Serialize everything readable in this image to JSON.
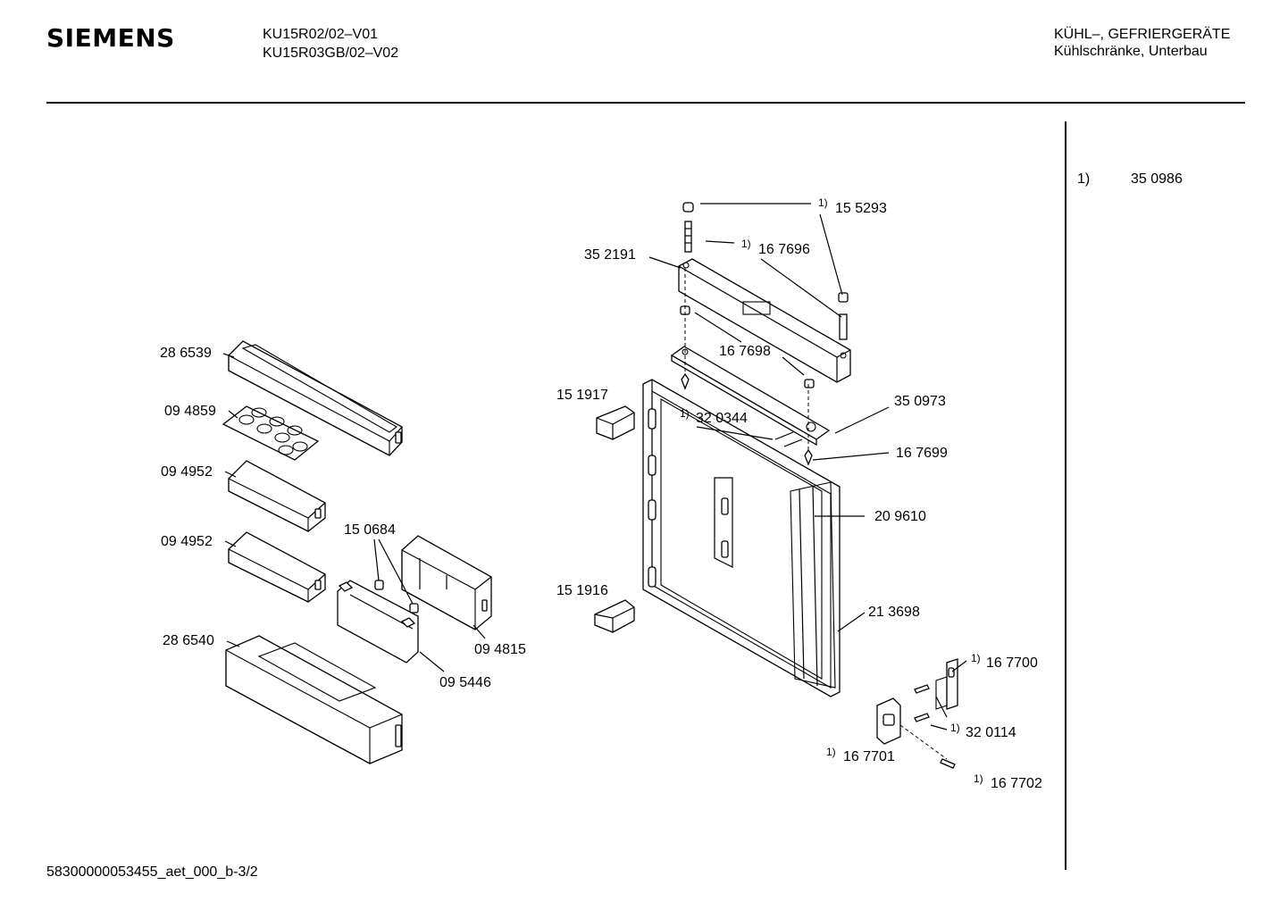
{
  "header": {
    "brand": "SIEMENS",
    "model_1": "KU15R02/02–V01",
    "model_2": "KU15R03GB/02–V02",
    "category_1": "KÜHL–, GEFRIERGERÄTE",
    "category_2": "Kühlschränke, Unterbau"
  },
  "footnote": {
    "marker": "1)",
    "value": "35 0986"
  },
  "footer": {
    "document_id": "58300000053455_aet_000_b-3/2"
  },
  "parts": {
    "p155293": {
      "num": "15 5293",
      "note": "1)"
    },
    "p167696": {
      "num": "16 7696",
      "note": "1)"
    },
    "p352191": {
      "num": "35 2191"
    },
    "p167698": {
      "num": "16 7698"
    },
    "p151917": {
      "num": "15 1917"
    },
    "p320344": {
      "num": "32 0344",
      "note": "1)"
    },
    "p350973": {
      "num": "35 0973"
    },
    "p167699": {
      "num": "16 7699"
    },
    "p209610": {
      "num": "20 9610"
    },
    "p151916": {
      "num": "15 1916"
    },
    "p213698": {
      "num": "21 3698"
    },
    "p167700": {
      "num": "16 7700",
      "note": "1)"
    },
    "p320114": {
      "num": "32 0114",
      "note": "1)"
    },
    "p167701": {
      "num": "16 7701",
      "note": "1)"
    },
    "p167702": {
      "num": "16 7702",
      "note": "1)"
    },
    "p286539": {
      "num": "28 6539"
    },
    "p094859": {
      "num": "09 4859"
    },
    "p094952a": {
      "num": "09 4952"
    },
    "p094952b": {
      "num": "09 4952"
    },
    "p150684": {
      "num": "15 0684"
    },
    "p094815": {
      "num": "09 4815"
    },
    "p095446": {
      "num": "09 5446"
    },
    "p286540": {
      "num": "28 6540"
    }
  }
}
